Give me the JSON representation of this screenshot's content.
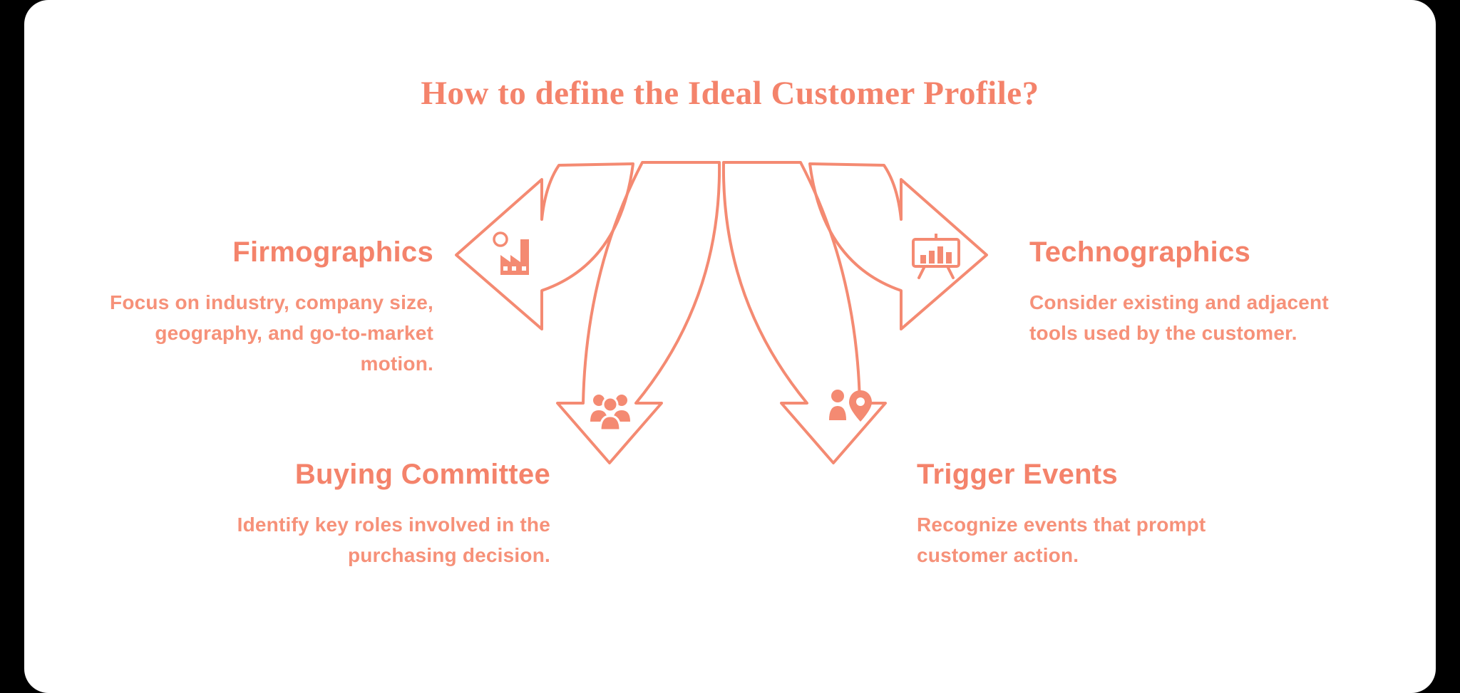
{
  "page": {
    "background_color": "#000000",
    "canvas_color": "#ffffff",
    "accent_color": "#f4836b",
    "body_text_color": "#f69179"
  },
  "title": "How to define the Ideal Customer Profile?",
  "sections": [
    {
      "id": "firmographics",
      "heading": "Firmographics",
      "body": "Focus on industry, company size, geography, and go-to-market motion.",
      "icon": "factory-icon",
      "arrow_direction": "left"
    },
    {
      "id": "technographics",
      "heading": "Technographics",
      "body": "Consider existing and adjacent tools used by the customer.",
      "icon": "presentation-chart-icon",
      "arrow_direction": "right"
    },
    {
      "id": "buying-committee",
      "heading": "Buying Committee",
      "body": "Identify key roles involved in the purchasing decision.",
      "icon": "people-group-icon",
      "arrow_direction": "down-left"
    },
    {
      "id": "trigger-events",
      "heading": "Trigger Events",
      "body": "Recognize events that prompt customer action.",
      "icon": "person-location-pin-icon",
      "arrow_direction": "down-right"
    }
  ]
}
